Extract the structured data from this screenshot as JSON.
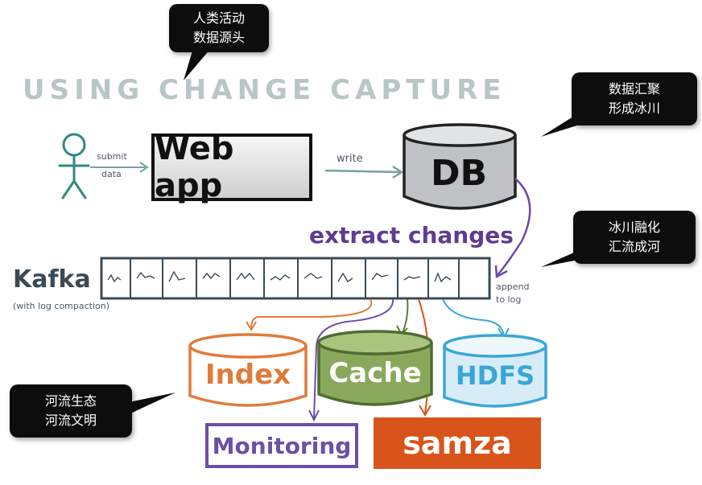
{
  "title": "USING CHANGE CAPTURE",
  "callouts": {
    "top": [
      "人类活动",
      "数据源头"
    ],
    "top_right": [
      "数据汇聚",
      "形成冰川"
    ],
    "middle_right": [
      "冰川融化",
      "汇流成河"
    ],
    "bottom_left": [
      "河流生态",
      "河流文明"
    ]
  },
  "flow": {
    "submit": "submit",
    "data": "data",
    "write": "write",
    "extract_changes": "extract changes",
    "append": "append",
    "to_log": "to log"
  },
  "nodes": {
    "web_app": "Web app",
    "db": "DB",
    "kafka": "Kafka",
    "kafka_sub": "(with log compaction)",
    "index": "Index",
    "cache": "Cache",
    "hdfs": "HDFS",
    "monitoring": "Monitoring",
    "samza": "samza"
  },
  "colors": {
    "kafka": "#3b4a55",
    "extract": "#5f3c8f",
    "index": "#e07b3a",
    "cache": "#5b7a3a",
    "hdfs": "#3aa6d8",
    "monitoring": "#6b4fa8",
    "samza": "#d9541a"
  }
}
